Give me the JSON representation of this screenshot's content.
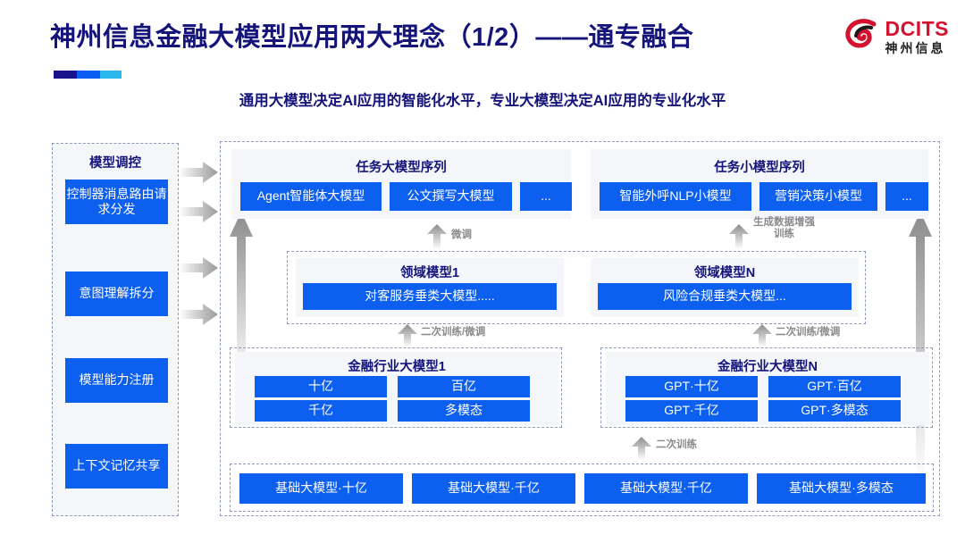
{
  "header": {
    "title": "神州信息金融大模型应用两大理念（1/2）——通专融合",
    "subtitle": "通用大模型决定AI应用的智能化水平，专业大模型决定AI应用的专业化水平",
    "logo_en": "DCITS",
    "logo_cn": "神州信息",
    "accent_colors": [
      "#1a128c",
      "#0b5bf5",
      "#2bb6ec"
    ],
    "title_color": "#14147a",
    "logo_color": "#d2122e"
  },
  "sidebar": {
    "title": "模型调控",
    "items": [
      {
        "label": "控制器消息路由请求分发"
      },
      {
        "label": "意图理解拆分"
      },
      {
        "label": "模型能力注册"
      },
      {
        "label": "上下文记忆共享"
      }
    ]
  },
  "task_sequences": [
    {
      "title": "任务大模型序列",
      "items": [
        "Agent智能体大模型",
        "公文撰写大模型",
        "..."
      ]
    },
    {
      "title": "任务小模型序列",
      "items": [
        "智能外呼NLP小模型",
        "营销决策小模型",
        "..."
      ]
    }
  ],
  "domain_models": [
    {
      "title": "领域模型1",
      "item": "对客服务垂类大模型....."
    },
    {
      "title": "领域模型N",
      "item": "风险合规垂类大模型..."
    }
  ],
  "industry_models": [
    {
      "title": "金融行业大模型1",
      "items": [
        "十亿",
        "百亿",
        "千亿",
        "多模态"
      ]
    },
    {
      "title": "金融行业大模型N",
      "items": [
        "GPT·十亿",
        "GPT·百亿",
        "GPT·千亿",
        "GPT·多模态"
      ]
    }
  ],
  "base_models": {
    "items": [
      "基础大模型·十亿",
      "基础大模型·千亿",
      "基础大模型·千亿",
      "基础大模型·多模态"
    ]
  },
  "arrow_labels": {
    "fine_tune": "微调",
    "data_augment_line1": "生成数据增强",
    "data_augment_line2": "训练",
    "retrain_tune_left": "二次训练/微调",
    "retrain_tune_right": "二次训练/微调",
    "retrain": "二次训练"
  },
  "colors": {
    "box_blue": "#0d5ff0",
    "panel_bg": "#f4f6fa",
    "dashed_border": "#8e9bbd",
    "arrow_gray": "#9a9a9a"
  }
}
